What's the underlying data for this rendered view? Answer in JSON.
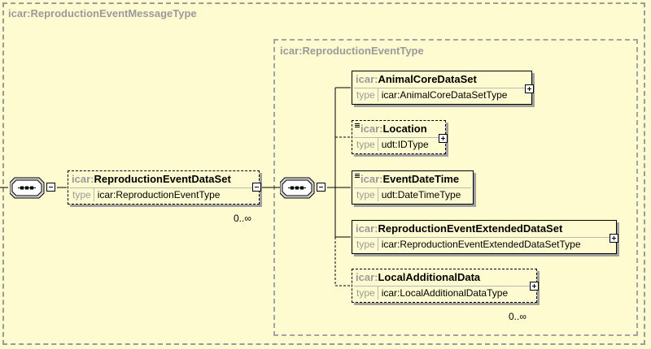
{
  "outer": {
    "title": "icar:ReproductionEventMessageType"
  },
  "inner": {
    "title": "icar:ReproductionEventType"
  },
  "dataset": {
    "prefix": "icar:",
    "name": "ReproductionEventDataSet",
    "type_label": "type",
    "type": "icar:ReproductionEventType",
    "cardinality": "0..∞"
  },
  "elements": [
    {
      "prefix": "icar:",
      "name": "AnimalCoreDataSet",
      "type_label": "type",
      "type": "icar:AnimalCoreDataSetType",
      "optional": false,
      "cardinality": ""
    },
    {
      "prefix": "icar:",
      "name": "Location",
      "type_label": "type",
      "type": "udt:IDType",
      "optional": true,
      "cardinality": ""
    },
    {
      "prefix": "icar:",
      "name": "EventDateTime",
      "type_label": "type",
      "type": "udt:DateTimeType",
      "optional": false,
      "cardinality": ""
    },
    {
      "prefix": "icar:",
      "name": "ReproductionEventExtendedDataSet",
      "type_label": "type",
      "type": "icar:ReproductionEventExtendedDataSetType",
      "optional": false,
      "cardinality": ""
    },
    {
      "prefix": "icar:",
      "name": "LocalAdditionalData",
      "type_label": "type",
      "type": "icar:LocalAdditionalDataType",
      "optional": true,
      "cardinality": "0..∞"
    }
  ]
}
